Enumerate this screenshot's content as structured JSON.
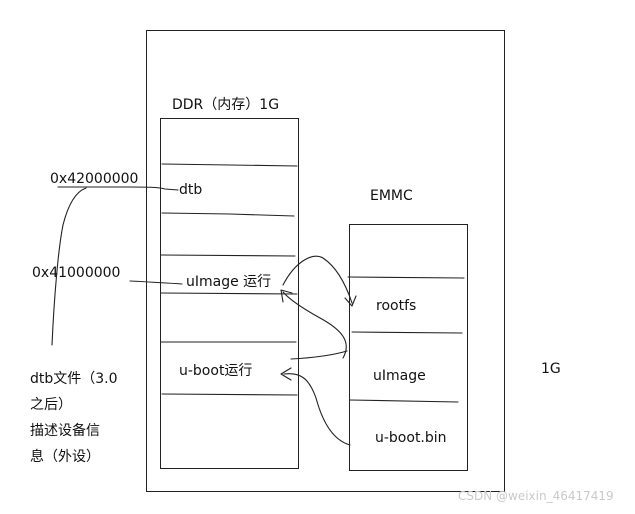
{
  "ddr_title": "DDR（内存）1G",
  "emmc_title": "EMMC",
  "system_size": "1G",
  "ddr": {
    "dtb": "dtb",
    "uimage_run": "uImage 运行",
    "uboot_run": "u-boot运行"
  },
  "emmc": {
    "rootfs": "rootfs",
    "uimage": "uImage",
    "uboot_bin": "u-boot.bin"
  },
  "addr_dtb": "0x42000000",
  "addr_uimage": "0x41000000",
  "note_lines": [
    "dtb文件（3.0",
    "之后）",
    "描述设备信",
    "息（外设）"
  ],
  "watermark": "CSDN @weixin_46417419",
  "colors": {
    "ink": "#222222",
    "background": "#ffffff",
    "watermark": "#c9c9c9"
  }
}
